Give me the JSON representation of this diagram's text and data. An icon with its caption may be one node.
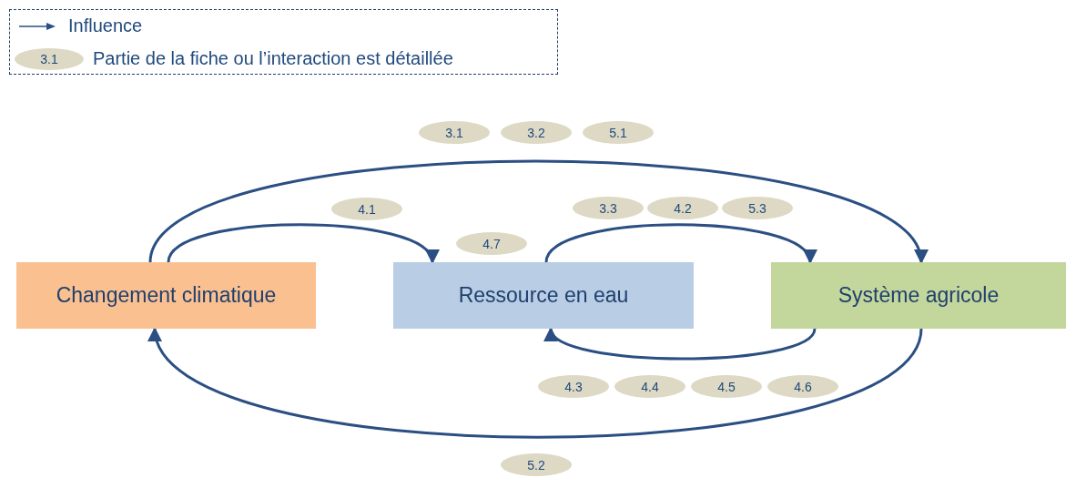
{
  "diagram": {
    "nodes": [
      {
        "text": [
          "3.1"
        ]
      },
      {
        "text": [
          "3.1"
        ]
      },
      {
        "text": [
          "3.2"
        ]
      },
      {
        "text": [
          "5.1"
        ]
      },
      {
        "text": [
          "4.1"
        ]
      },
      {
        "text": [
          "3.3"
        ]
      },
      {
        "text": [
          "4.2"
        ]
      },
      {
        "text": [
          "5.3"
        ]
      },
      {
        "text": [
          "4.7"
        ]
      },
      {
        "text": [
          "Changement climatique"
        ]
      },
      {
        "text": [
          "Ressource en eau"
        ]
      },
      {
        "text": [
          "Système agricole"
        ]
      },
      {
        "text": [
          "4.3"
        ]
      },
      {
        "text": [
          "4.4"
        ]
      },
      {
        "text": [
          "4.5"
        ]
      },
      {
        "text": [
          "4.6"
        ]
      },
      {
        "text": [
          "5.2"
        ]
      }
    ],
    "edges": [
      {
        "from": 9,
        "to": 11,
        "arrow": "to"
      },
      {
        "from": 9,
        "to": 10,
        "arrow": "to"
      },
      {
        "from": 10,
        "to": 11,
        "arrow": "to"
      },
      {
        "from": 11,
        "to": 10,
        "arrow": "to"
      },
      {
        "from": 11,
        "to": 9,
        "arrow": "to"
      }
    ],
    "legend": [
      {
        "text": "Influence"
      },
      {
        "text": "Partie de la fiche ou l’interaction est détaillée"
      }
    ]
  }
}
